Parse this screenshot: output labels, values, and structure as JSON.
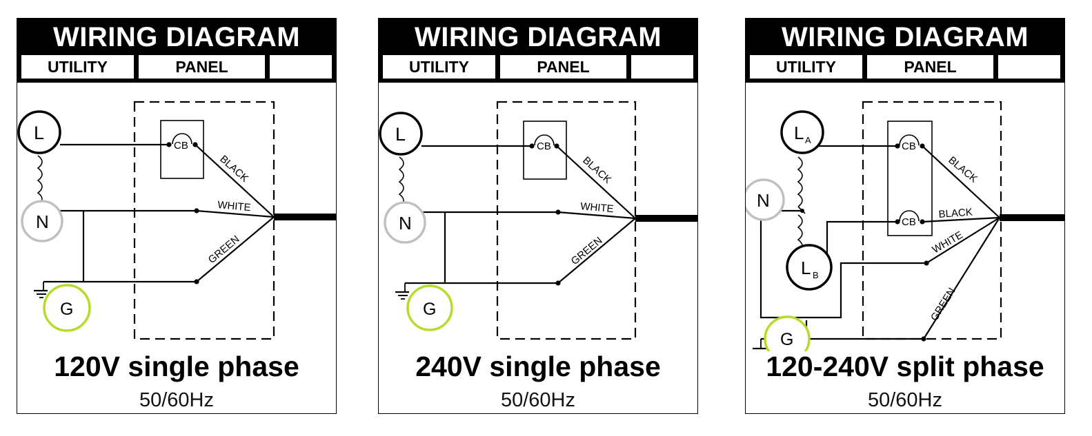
{
  "header": {
    "title": "WIRING DIAGRAM",
    "utility_label": "UTILITY",
    "panel_label": "PANEL"
  },
  "terminals": {
    "line": "L",
    "line_a": "L",
    "line_a_sub": "A",
    "line_b": "L",
    "line_b_sub": "B",
    "neutral": "N",
    "ground": "G"
  },
  "breaker_label": "CB",
  "wires": {
    "black": "BLACK",
    "white": "WHITE",
    "green": "GREEN"
  },
  "diagrams": [
    {
      "voltage_title": "120V single phase",
      "frequency": "50/60Hz"
    },
    {
      "voltage_title": "240V single phase",
      "frequency": "50/60Hz"
    },
    {
      "voltage_title": "120-240V split phase",
      "frequency": "50/60Hz"
    }
  ],
  "colors": {
    "neutral_circle": "#c0c0c0",
    "ground_circle": "#b5dc2a",
    "line_circle": "#000000"
  }
}
